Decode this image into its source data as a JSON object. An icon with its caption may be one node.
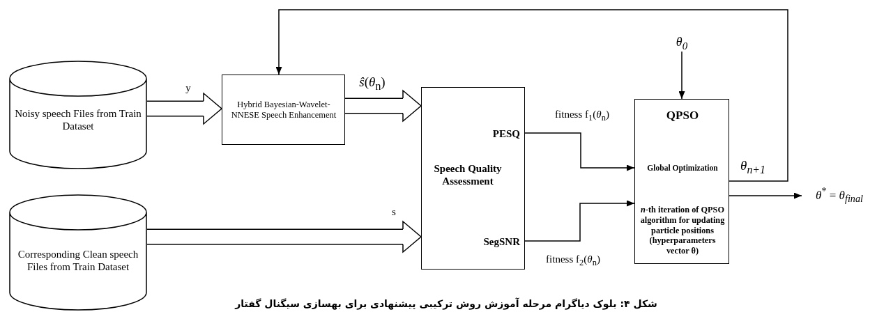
{
  "diagram": {
    "caption": "شکل ۴: بلوک دیاگرام مرحله آموزش روش ترکیبی پیشنهادی برای بهسازی سیگنال گفتار",
    "nodes": [
      {
        "text": [
          "Noisy speech Files from Train Dataset"
        ]
      },
      {
        "text": [
          "Corresponding Clean speech Files from Train Dataset"
        ]
      },
      {
        "text": [
          "Hybrid Bayesian-Wavelet-NNESE Speech Enhancement"
        ]
      },
      {
        "text": [
          "PESQ",
          "Speech Quality Assessment",
          "SegSNR"
        ]
      },
      {
        "text": [
          "QPSO",
          "Global Optimization",
          "*n*-th iteration of QPSO algorithm for updating particle positions (hyperparameters vector θ)"
        ]
      },
      {
        "text": [
          "*θ*$_{0}$"
        ]
      },
      {
        "text": [
          "*θ*$^{*}$ = *θ*$_{final}$"
        ]
      }
    ],
    "edges": [
      {
        "from": 0,
        "to": 2,
        "arrow": "to",
        "label": "y"
      },
      {
        "from": 2,
        "to": 3,
        "arrow": "to",
        "label": "*ŝ*(*θ*$_{n}$)"
      },
      {
        "from": 1,
        "to": 3,
        "arrow": "to",
        "label": "s"
      },
      {
        "from": 3,
        "to": 4,
        "arrow": "to",
        "label": "fitness f$_{1}$(*θ*$_{n}$)"
      },
      {
        "from": 3,
        "to": 4,
        "arrow": "to",
        "label": "fitness f$_{2}$(*θ*$_{n}$)"
      },
      {
        "from": 5,
        "to": 4,
        "arrow": "to"
      },
      {
        "from": 4,
        "to": 2,
        "arrow": "to",
        "label": "*θ*$_{n+1}$"
      },
      {
        "from": 4,
        "to": 6,
        "arrow": "to"
      }
    ]
  }
}
